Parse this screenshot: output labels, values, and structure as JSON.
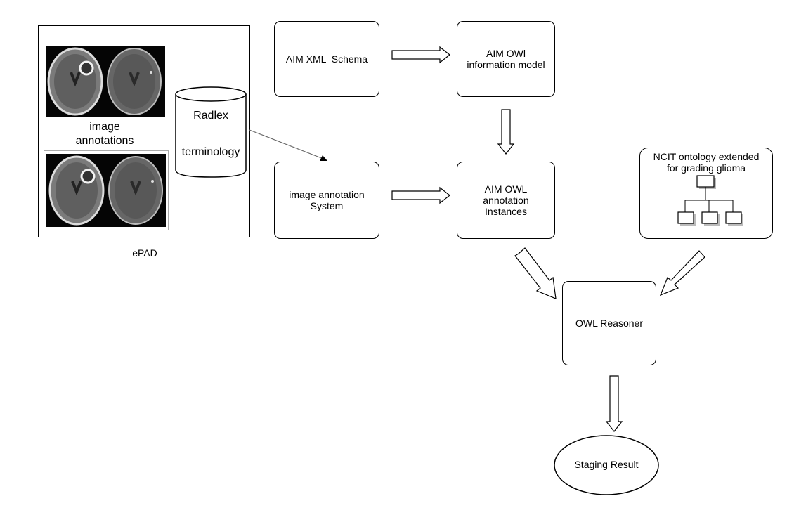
{
  "epad": {
    "label": "ePAD",
    "image_caption_line1": "image",
    "image_caption_line2": "annotations",
    "cylinder_line1": "Radlex",
    "cylinder_line2": "terminology"
  },
  "nodes": {
    "aim_xml": "AIM XML  Schema",
    "aim_owl_model_line1": "AIM OWl",
    "aim_owl_model_line2": "information model",
    "annotation_system_line1": "image annotation",
    "annotation_system_line2": "System",
    "aim_owl_instances_line1": "AIM OWL",
    "aim_owl_instances_line2": "annotation",
    "aim_owl_instances_line3": "Instances",
    "ncit_line1": "NCIT ontology extended",
    "ncit_line2": "for grading glioma",
    "reasoner": "OWL Reasoner",
    "result": "Staging Result"
  }
}
